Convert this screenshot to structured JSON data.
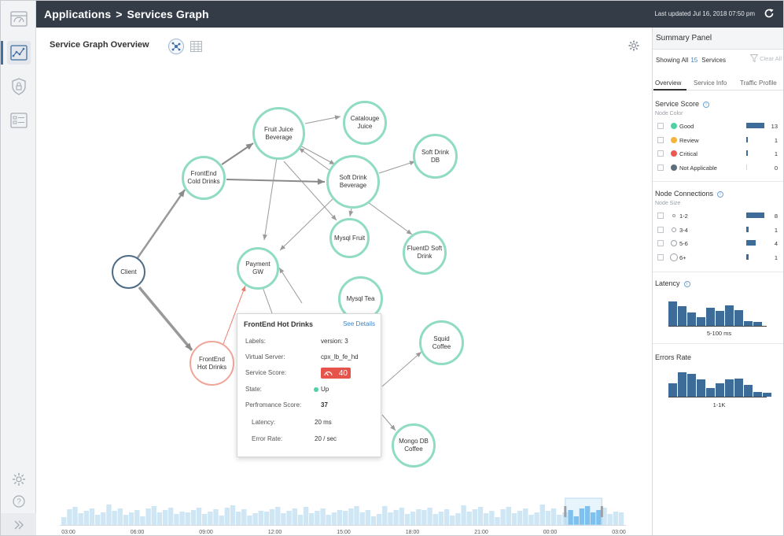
{
  "header": {
    "breadcrumb": [
      "Applications",
      "Services Graph"
    ],
    "separator": ">",
    "last_updated": "Last updated Jul 16, 2018 07:50 pm"
  },
  "main": {
    "title": "Service Graph Overview"
  },
  "nodes": {
    "client": "Client",
    "frontend_cold": "FrontEnd Cold Drinks",
    "fruit_juice": "Fruit Juice Beverage",
    "catalogue_juice": "Catalouge Juice",
    "soft_drink_db": "Soft Drink DB",
    "soft_drink_bev": "Soft Drink Beverage",
    "mysql_fruit": "Mysql Fruit",
    "fluentd": "FluentD Soft Drink",
    "payment_gw": "Payment GW",
    "mysql_tea": "Mysql Tea",
    "squid_coffee": "Squid Coffee",
    "frontend_hot": "FrontEnd Hot Drinks",
    "mongo_coffee": "Mongo DB Coffee"
  },
  "popover": {
    "title": "FrontEnd Hot Drinks",
    "link": "See Details",
    "rows": [
      {
        "key": "Labels:",
        "value": "version: 3"
      },
      {
        "key": "Virtual Server:",
        "value": "cpx_lb_fe_hd"
      },
      {
        "key": "Service Score:",
        "value": "40"
      },
      {
        "key": "State:",
        "value": "Up"
      },
      {
        "key": "Perfromance Score:",
        "value": "37"
      },
      {
        "key": "Latency:",
        "value": "20 ms"
      },
      {
        "key": "Error Rate:",
        "value": "20 / sec"
      }
    ]
  },
  "timeline": {
    "ticks": [
      "03:00",
      "06:00",
      "09:00",
      "12:00",
      "15:00",
      "18:00",
      "21:00",
      "00:00",
      "03:00"
    ]
  },
  "summary": {
    "title": "Summary Panel",
    "showing_label": "Showing All",
    "showing_count": "15",
    "showing_unit": "Services",
    "clear_all": "Clear All",
    "tabs": [
      "Overview",
      "Service Info",
      "Traffic Profile"
    ],
    "service_score": {
      "title": "Service Score",
      "subtitle": "Node Color",
      "items": [
        {
          "label": "Good",
          "count": "13",
          "value": 13,
          "color": "#4fd1a5"
        },
        {
          "label": "Review",
          "count": "1",
          "value": 1,
          "color": "#f5b43c"
        },
        {
          "label": "Critical",
          "count": "1",
          "value": 1,
          "color": "#ec5a4f"
        },
        {
          "label": "Not Applicable",
          "count": "0",
          "value": 0,
          "color": "#5f6e7b"
        }
      ]
    },
    "node_connections": {
      "title": "Node Connections",
      "subtitle": "Node Size",
      "items": [
        {
          "label": "1-2",
          "count": "8",
          "value": 8
        },
        {
          "label": "3-4",
          "count": "1",
          "value": 1
        },
        {
          "label": "5-6",
          "count": "4",
          "value": 4
        },
        {
          "label": "6+",
          "count": "1",
          "value": 1
        }
      ]
    },
    "latency": {
      "title": "Latency",
      "range": "5-100 ms",
      "bars": [
        1,
        0.8,
        0.55,
        0.35,
        0.75,
        0.6,
        0.85,
        0.65,
        0.2,
        0.15
      ]
    },
    "errors": {
      "title": "Errors Rate",
      "range": "1-1K",
      "bars": [
        0.55,
        1,
        0.95,
        0.7,
        0.35,
        0.55,
        0.7,
        0.75,
        0.5,
        0.2,
        0.15
      ]
    }
  }
}
